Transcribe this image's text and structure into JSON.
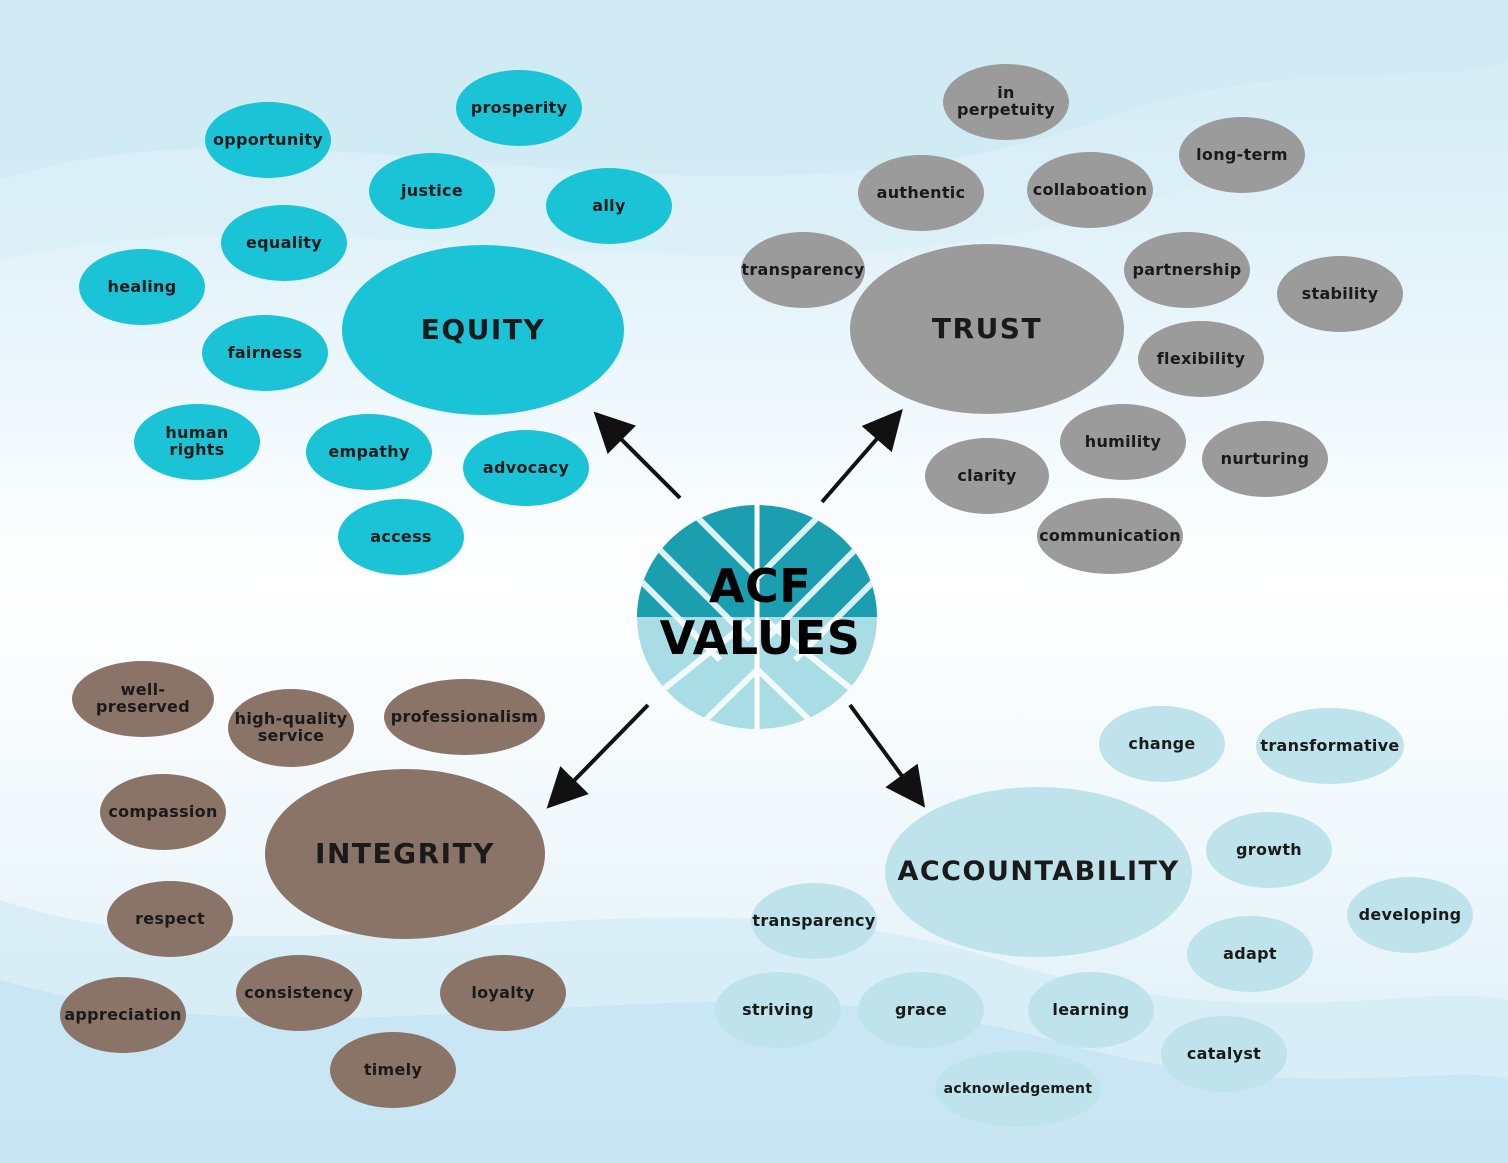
{
  "center": {
    "line1": "ACF",
    "line2": "VALUES"
  },
  "colors": {
    "equity": "#1bc3d6",
    "trust": "#9b9b9b",
    "integrity": "#8a7367",
    "accountability": "#bfe3ea"
  },
  "equity": {
    "title": "EQUITY",
    "words": [
      "prosperity",
      "opportunity",
      "justice",
      "ally",
      "equality",
      "healing",
      "fairness",
      "human rights",
      "empathy",
      "advocacy",
      "access"
    ]
  },
  "trust": {
    "title": "TRUST",
    "words": [
      "in perpetuity",
      "long-term",
      "authentic",
      "collaboation",
      "transparency",
      "partnership",
      "stability",
      "flexibility",
      "humility",
      "nurturing",
      "clarity",
      "communication"
    ]
  },
  "integrity": {
    "title": "INTEGRITY",
    "words": [
      "well-preserved",
      "high-quality service",
      "professionalism",
      "compassion",
      "respect",
      "consistency",
      "loyalty",
      "appreciation",
      "timely"
    ]
  },
  "accountability": {
    "title": "ACCOUNTABILITY",
    "words": [
      "change",
      "transformative",
      "growth",
      "developing",
      "transparency",
      "adapt",
      "striving",
      "grace",
      "learning",
      "catalyst",
      "acknowledgement"
    ]
  }
}
